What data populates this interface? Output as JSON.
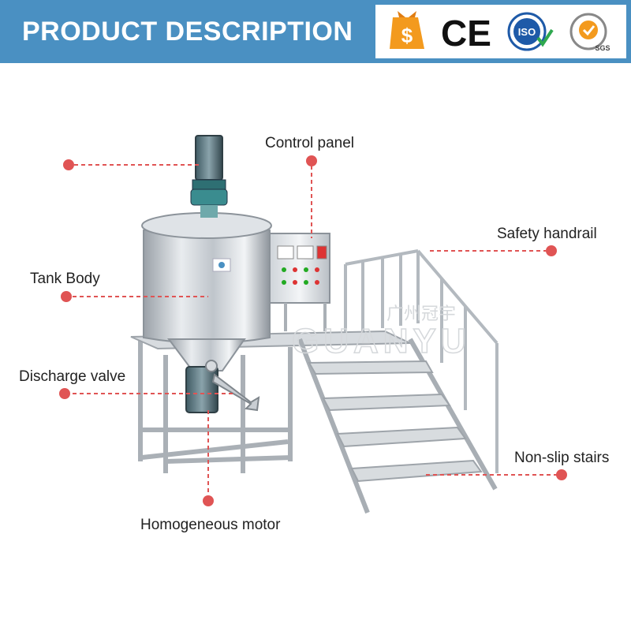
{
  "header": {
    "title": "PRODUCT DESCRIPTION",
    "background_color": "#4a90c2"
  },
  "certifications": [
    {
      "name": "price-tag-icon"
    },
    {
      "name": "ce-mark-icon",
      "text": "CE"
    },
    {
      "name": "iso-badge-icon",
      "text": "ISO"
    },
    {
      "name": "sgs-badge-icon",
      "text": "SGS"
    }
  ],
  "callouts": {
    "control_panel": "Control panel",
    "safety_handrail": "Safety handrail",
    "tank_body": "Tank Body",
    "discharge_valve": "Discharge valve",
    "non_slip_stairs": "Non-slip stairs",
    "homogeneous_motor": "Homogeneous motor"
  },
  "watermark": {
    "latin": "GUANYU",
    "chinese": "广州冠宇"
  },
  "colors": {
    "callout_dot": "#e05454",
    "callout_line": "#e05454",
    "steel": "#c9ced3"
  }
}
